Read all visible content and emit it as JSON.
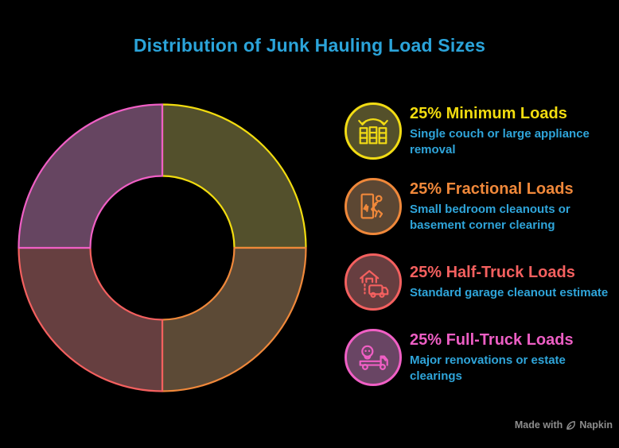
{
  "title": {
    "text": "Distribution of Junk Hauling Load Sizes",
    "color": "#2BA4DA"
  },
  "chart_data": {
    "type": "pie",
    "subtype": "donut",
    "title": "Distribution of Junk Hauling Load Sizes",
    "categories": [
      "Minimum Loads",
      "Fractional Loads",
      "Half-Truck Loads",
      "Full-Truck Loads"
    ],
    "values": [
      25,
      25,
      25,
      25
    ],
    "unit": "%",
    "start_angle_deg": -90,
    "direction": "clockwise",
    "inner_radius_ratio": 0.5,
    "segment_stroke_colors": [
      "#F2DC0F",
      "#F0883A",
      "#F4605F",
      "#F05FC5"
    ],
    "segment_fill_colors": [
      "#53502C",
      "#5C4A36",
      "#663F40",
      "#664561"
    ],
    "legend_position": "right",
    "background": "#000000"
  },
  "legend": {
    "description_color": "#2FA5DA",
    "items": [
      {
        "title": "25% Minimum Loads",
        "description": "Single couch or large appliance\nremoval",
        "title_color": "#F2DC0F",
        "ring_color": "#F2DC14",
        "circle_fill": "#54502A",
        "icon": "appliance-compare-icon"
      },
      {
        "title": "25% Fractional Loads",
        "description": "Small bedroom cleanouts or\nbasement corner clearing",
        "title_color": "#F0883A",
        "ring_color": "#F0883A",
        "circle_fill": "#5C4733",
        "icon": "room-cleanout-icon"
      },
      {
        "title": "25% Half-Truck Loads",
        "description": "Standard garage cleanout estimate",
        "title_color": "#F4605F",
        "ring_color": "#F4605F",
        "circle_fill": "#673E40",
        "icon": "garage-truck-icon"
      },
      {
        "title": "25% Full-Truck Loads",
        "description": "Major renovations or estate\nclearings",
        "title_color": "#ED5EC4",
        "ring_color": "#F05FC5",
        "circle_fill": "#694564",
        "icon": "junk-truck-icon"
      }
    ]
  },
  "watermark": {
    "prefix": "Made with",
    "brand": "Napkin",
    "color": "#8D8D8D"
  }
}
